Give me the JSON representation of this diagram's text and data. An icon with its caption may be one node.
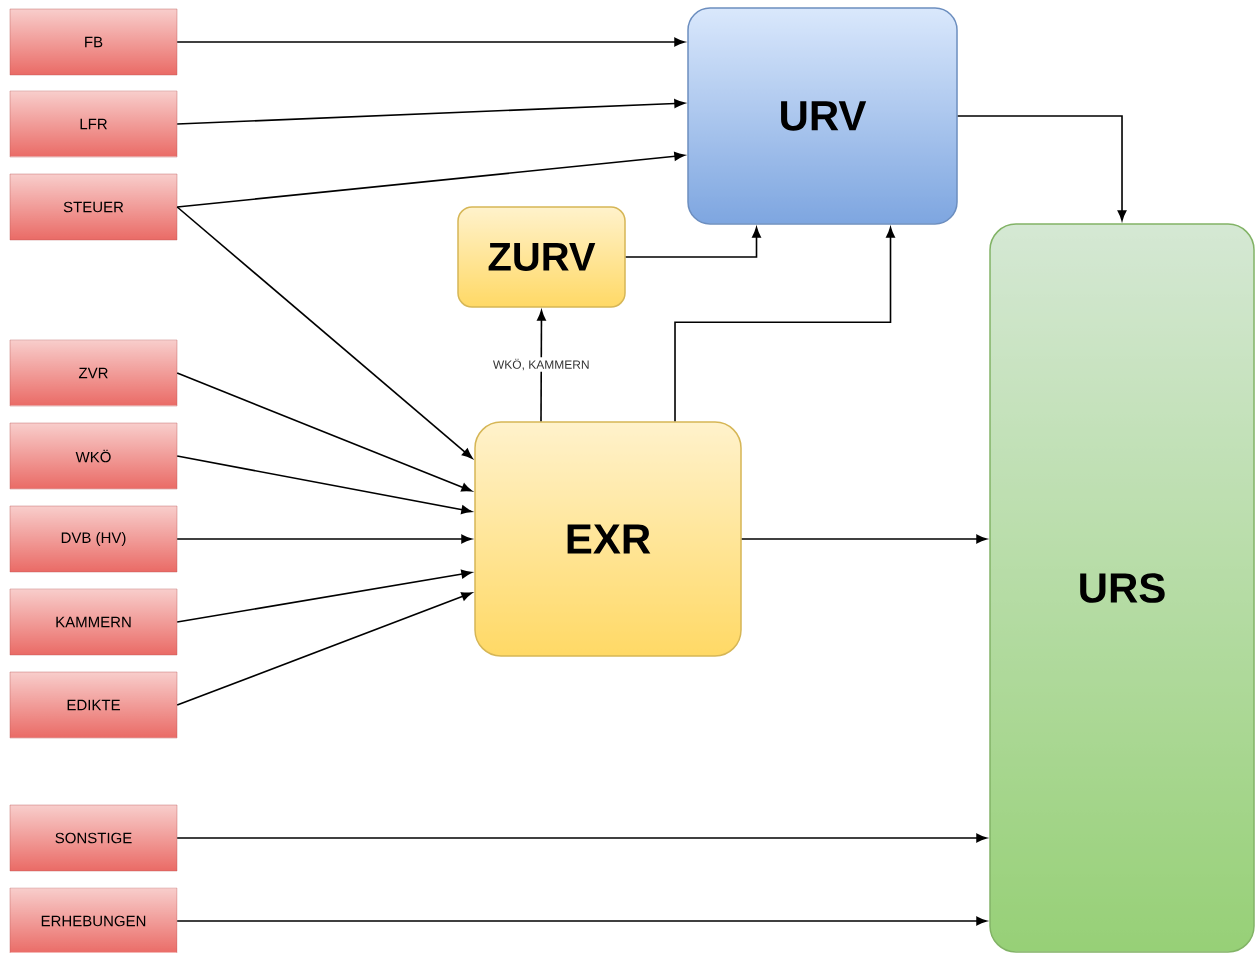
{
  "diagram": {
    "nodes": [
      {
        "text": [
          "FB"
        ]
      },
      {
        "text": [
          "LFR"
        ]
      },
      {
        "text": [
          "STEUER"
        ]
      },
      {
        "text": [
          "ZVR"
        ]
      },
      {
        "text": [
          "WKÖ"
        ]
      },
      {
        "text": [
          "DVB (HV)"
        ]
      },
      {
        "text": [
          "KAMMERN"
        ]
      },
      {
        "text": [
          "EDIKTE"
        ]
      },
      {
        "text": [
          "SONSTIGE"
        ]
      },
      {
        "text": [
          "ERHEBUNGEN"
        ]
      },
      {
        "text": [
          "URV"
        ]
      },
      {
        "text": [
          "ZURV"
        ]
      },
      {
        "text": [
          "EXR"
        ]
      },
      {
        "text": [
          "URS"
        ]
      }
    ],
    "edges": [
      {
        "from": 0,
        "to": 10,
        "arrow": "to"
      },
      {
        "from": 1,
        "to": 10,
        "arrow": "to"
      },
      {
        "from": 2,
        "to": 10,
        "arrow": "to"
      },
      {
        "from": 2,
        "to": 12,
        "arrow": "to"
      },
      {
        "from": 3,
        "to": 12,
        "arrow": "to"
      },
      {
        "from": 4,
        "to": 12,
        "arrow": "to"
      },
      {
        "from": 5,
        "to": 12,
        "arrow": "to"
      },
      {
        "from": 6,
        "to": 12,
        "arrow": "to"
      },
      {
        "from": 7,
        "to": 12,
        "arrow": "to"
      },
      {
        "from": 8,
        "to": 13,
        "arrow": "to"
      },
      {
        "from": 9,
        "to": 13,
        "arrow": "to"
      },
      {
        "from": 10,
        "to": 13,
        "arrow": "to"
      },
      {
        "from": 11,
        "to": 10,
        "arrow": "to"
      },
      {
        "from": 12,
        "to": 11,
        "arrow": "to",
        "label": "WKÖ, KAMMERN"
      },
      {
        "from": 12,
        "to": 10,
        "arrow": "to"
      },
      {
        "from": 12,
        "to": 13,
        "arrow": "to"
      }
    ]
  }
}
